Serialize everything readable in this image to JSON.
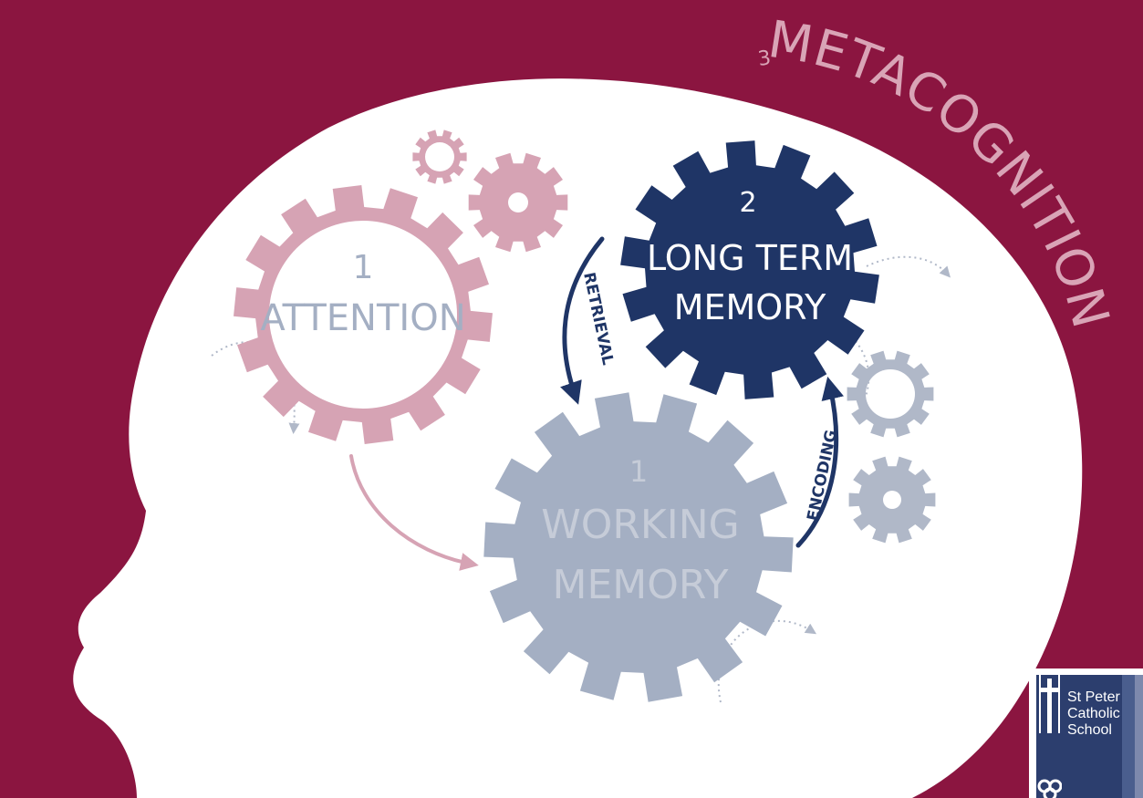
{
  "diagram": {
    "gears": [
      {
        "id": "attention",
        "number": "1",
        "label_lines": [
          "ATTENTION"
        ]
      },
      {
        "id": "long_term_memory",
        "number": "2",
        "label_lines": [
          "LONG TERM",
          "MEMORY"
        ]
      },
      {
        "id": "working_memory",
        "number": "1",
        "label_lines": [
          "WORKING",
          "MEMORY"
        ]
      }
    ],
    "arrows": {
      "retrieval": "RETRIEVAL",
      "encoding": "ENCODING"
    },
    "metacognition": {
      "number": "3",
      "label": "METACOGNITION"
    }
  },
  "logo": {
    "lines": [
      "St Peter",
      "Catholic",
      "School"
    ]
  },
  "colors": {
    "background": "#8b1540",
    "head": "#ffffff",
    "attention_gear": "#d6a3b4",
    "long_term_gear": "#1f3566",
    "working_gear": "#a4afc3",
    "small_gear_pink": "#d6a3b4",
    "small_gear_grey": "#b0b8c8",
    "metacognition_text": "#d9a4b6"
  }
}
